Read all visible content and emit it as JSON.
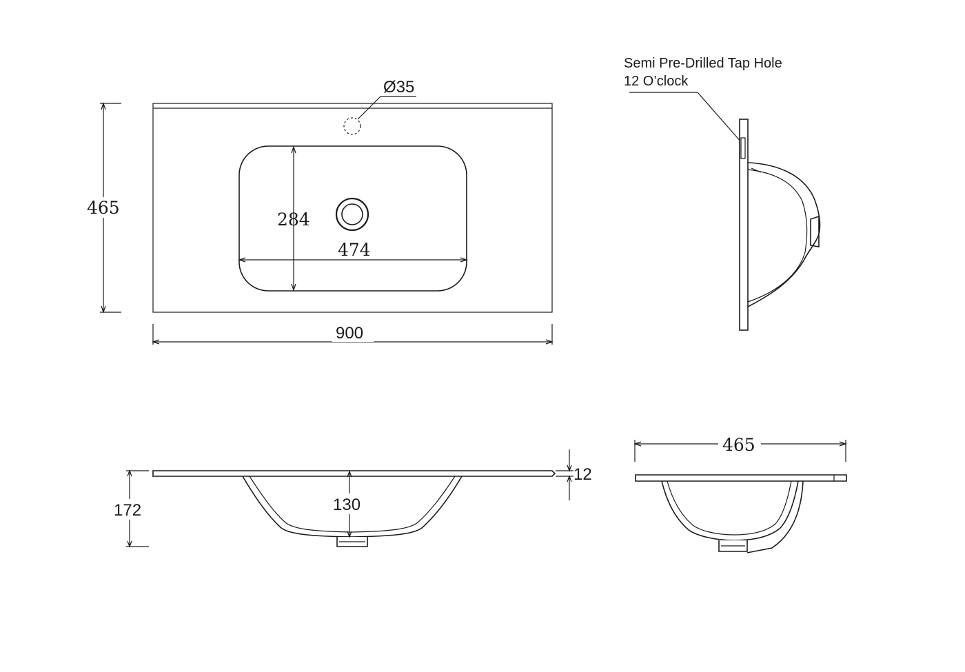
{
  "top_view": {
    "depth_label": "465",
    "width_label": "900",
    "bowl_depth_label": "284",
    "bowl_width_label": "474",
    "tap_hole_label": "Ø35"
  },
  "side_view": {
    "note_line1": "Semi Pre-Drilled Tap Hole",
    "note_line2": "12 O’clock"
  },
  "front_view": {
    "height_label": "172",
    "bowl_height_label": "130",
    "top_thickness_label": "12"
  },
  "end_view": {
    "depth_label": "465"
  }
}
